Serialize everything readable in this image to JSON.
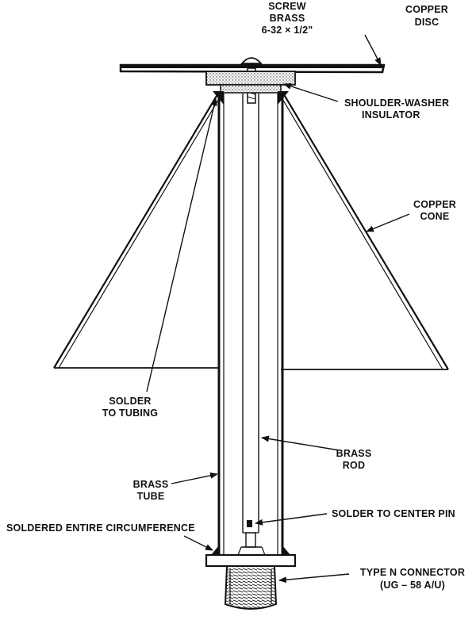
{
  "labels": {
    "screw_line1": "SCREW",
    "screw_line2": "BRASS",
    "screw_line3": "6-32 × 1/2\"",
    "copper_disc_line1": "COPPER",
    "copper_disc_line2": "DISC",
    "insulator_line1": "SHOULDER-WASHER",
    "insulator_line2": "INSULATOR",
    "cone_line1": "COPPER",
    "cone_line2": "CONE",
    "solder_tubing_line1": "SOLDER",
    "solder_tubing_line2": "TO TUBING",
    "brass_rod_line1": "BRASS",
    "brass_rod_line2": "ROD",
    "brass_tube_line1": "BRASS",
    "brass_tube_line2": "TUBE",
    "solder_pin": "SOLDER TO CENTER PIN",
    "soldered_circumference": "SOLDERED ENTIRE CIRCUMFERENCE",
    "connector_line1": "TYPE N CONNECTOR",
    "connector_line2": "(UG – 58 A/U)"
  },
  "colors": {
    "ink": "#111111",
    "paper": "#ffffff"
  }
}
